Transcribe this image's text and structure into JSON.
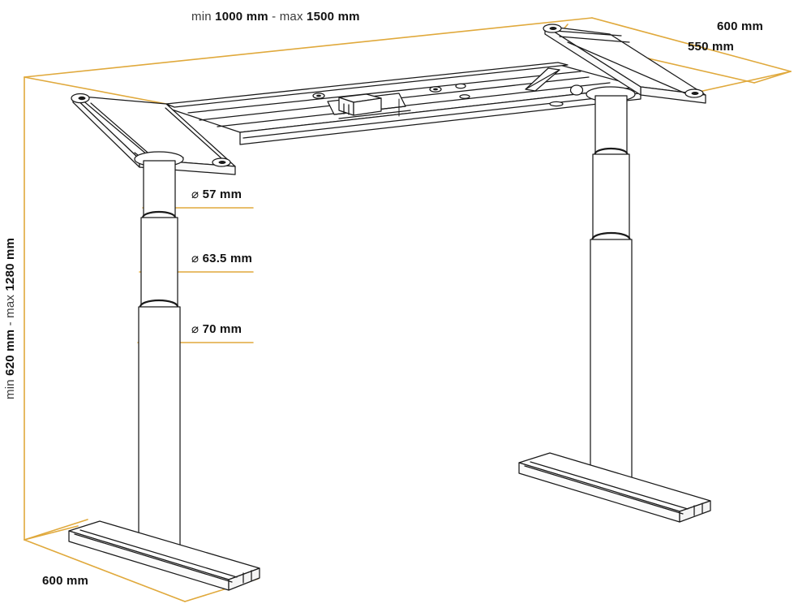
{
  "drawing": {
    "title": "Height adjustable desk frame technical drawing",
    "view": "isometric",
    "line_color": "#1a1a1a",
    "dimension_color": "#e0a93c",
    "text_color": "#111111",
    "background": "#ffffff"
  },
  "dimensions": {
    "width": {
      "label_min_prefix": "min",
      "label_min_value": "1000 mm",
      "label_separator": "-",
      "label_max_prefix": "max",
      "label_max_value": "1500 mm",
      "full": "min 1000 mm - max 1500 mm"
    },
    "depth_outer": {
      "value": "600 mm"
    },
    "depth_inner": {
      "value": "550 mm"
    },
    "height": {
      "label_min_prefix": "min",
      "label_min_value": "620 mm",
      "label_separator": "-",
      "label_max_prefix": "max",
      "label_max_value": "1280 mm",
      "full": "min 620 mm - max 1280 mm"
    },
    "foot_length": {
      "value": "600 mm"
    }
  },
  "column_diameters": [
    {
      "symbol": "⌀",
      "value": "57 mm",
      "stage": "upper"
    },
    {
      "symbol": "⌀",
      "value": "63.5 mm",
      "stage": "middle"
    },
    {
      "symbol": "⌀",
      "value": "70 mm",
      "stage": "lower"
    }
  ]
}
